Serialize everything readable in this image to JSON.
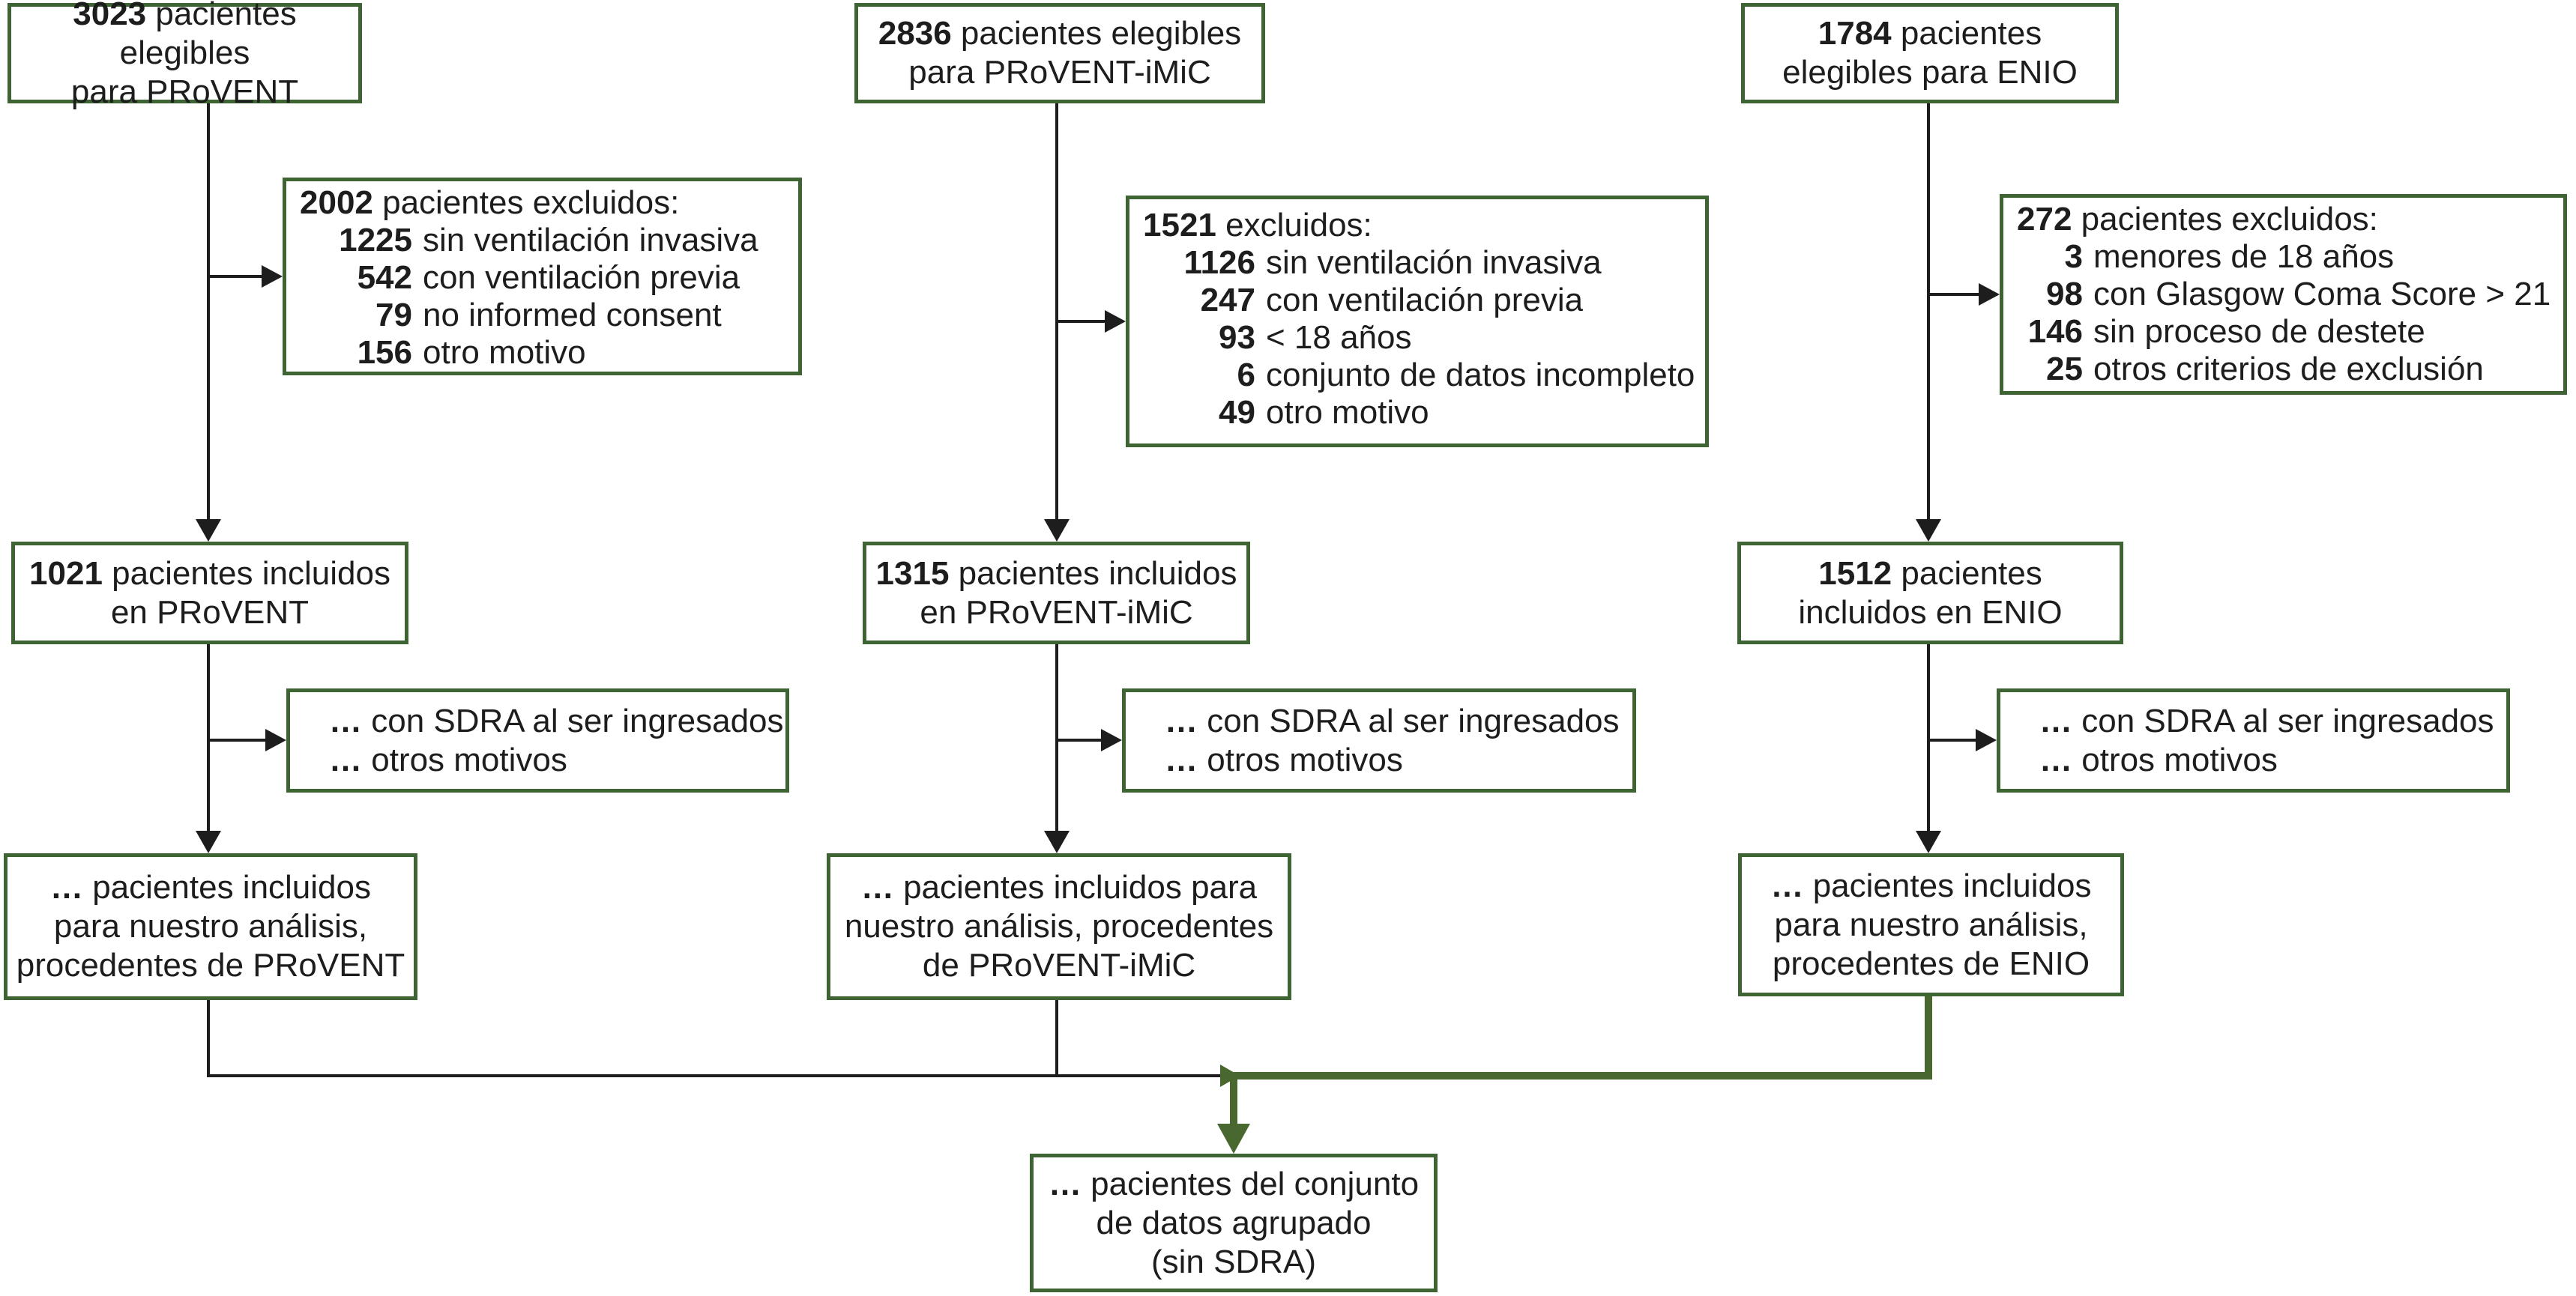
{
  "diagram": {
    "columns": [
      {
        "eligible": {
          "num": "3023",
          "rest": " pacientes elegibles",
          "line2": "para PRoVENT"
        },
        "excluded": {
          "num": "2002",
          "rest": " pacientes excluidos:",
          "items": [
            {
              "num": "1225",
              "text": "sin ventilación invasiva"
            },
            {
              "num": "542",
              "text": "con ventilación previa"
            },
            {
              "num": "79",
              "text": "no informed consent"
            },
            {
              "num": "156",
              "text": "otro motivo"
            }
          ]
        },
        "included": {
          "num": "1021",
          "rest": " pacientes incluidos",
          "line2": "en PRoVENT"
        },
        "sdra_note": {
          "ellipsis1": "…",
          "line1": " con SDRA al ser ingresados",
          "ellipsis2": "…",
          "line2": " otros motivos"
        },
        "analysis": {
          "ellipsis": "…",
          "line1": " pacientes incluidos",
          "line2": "para nuestro análisis,",
          "line3": "procedentes de PRoVENT"
        }
      },
      {
        "eligible": {
          "num": "2836",
          "rest": " pacientes elegibles",
          "line2": "para PRoVENT-iMiC"
        },
        "excluded": {
          "num": "1521",
          "rest": " excluidos:",
          "items": [
            {
              "num": "1126",
              "text": "sin ventilación invasiva"
            },
            {
              "num": "247",
              "text": "con ventilación previa"
            },
            {
              "num": "93",
              "text": "< 18 años"
            },
            {
              "num": "6",
              "text": "conjunto de datos incompleto"
            },
            {
              "num": "49",
              "text": "otro motivo"
            }
          ]
        },
        "included": {
          "num": "1315",
          "rest": " pacientes incluidos",
          "line2": "en PRoVENT-iMiC"
        },
        "sdra_note": {
          "ellipsis1": "…",
          "line1": " con SDRA al ser ingresados",
          "ellipsis2": "…",
          "line2": " otros motivos"
        },
        "analysis": {
          "ellipsis": "…",
          "line1": " pacientes incluidos para",
          "line2": "nuestro análisis, procedentes",
          "line3": "de PRoVENT-iMiC"
        }
      },
      {
        "eligible": {
          "num": "1784",
          "rest": " pacientes",
          "line2": "elegibles para ENIO"
        },
        "excluded": {
          "num": "272",
          "rest": " pacientes excluidos:",
          "items": [
            {
              "num": "3",
              "text": "menores de 18 años"
            },
            {
              "num": "98",
              "text": "con Glasgow Coma Score > 21"
            },
            {
              "num": "146",
              "text": "sin proceso de destete"
            },
            {
              "num": "25",
              "text": "otros criterios de exclusión"
            }
          ]
        },
        "included": {
          "num": "1512",
          "rest": " pacientes",
          "line2": "incluidos en ENIO"
        },
        "sdra_note": {
          "ellipsis1": "…",
          "line1": " con SDRA al ser ingresados",
          "ellipsis2": "…",
          "line2": " otros motivos"
        },
        "analysis": {
          "ellipsis": "…",
          "line1": " pacientes incluidos",
          "line2": "para nuestro análisis,",
          "line3": "procedentes de ENIO"
        }
      }
    ],
    "pooled": {
      "ellipsis": "…",
      "line1": " pacientes del conjunto",
      "line2": "de datos agrupado",
      "line3": "(sin SDRA)"
    }
  },
  "colors": {
    "box_border": "#3f6434",
    "connector": "#1d1d1d",
    "merge_green": "#486830",
    "background": "#ffffff",
    "text": "#1d1d1d"
  }
}
